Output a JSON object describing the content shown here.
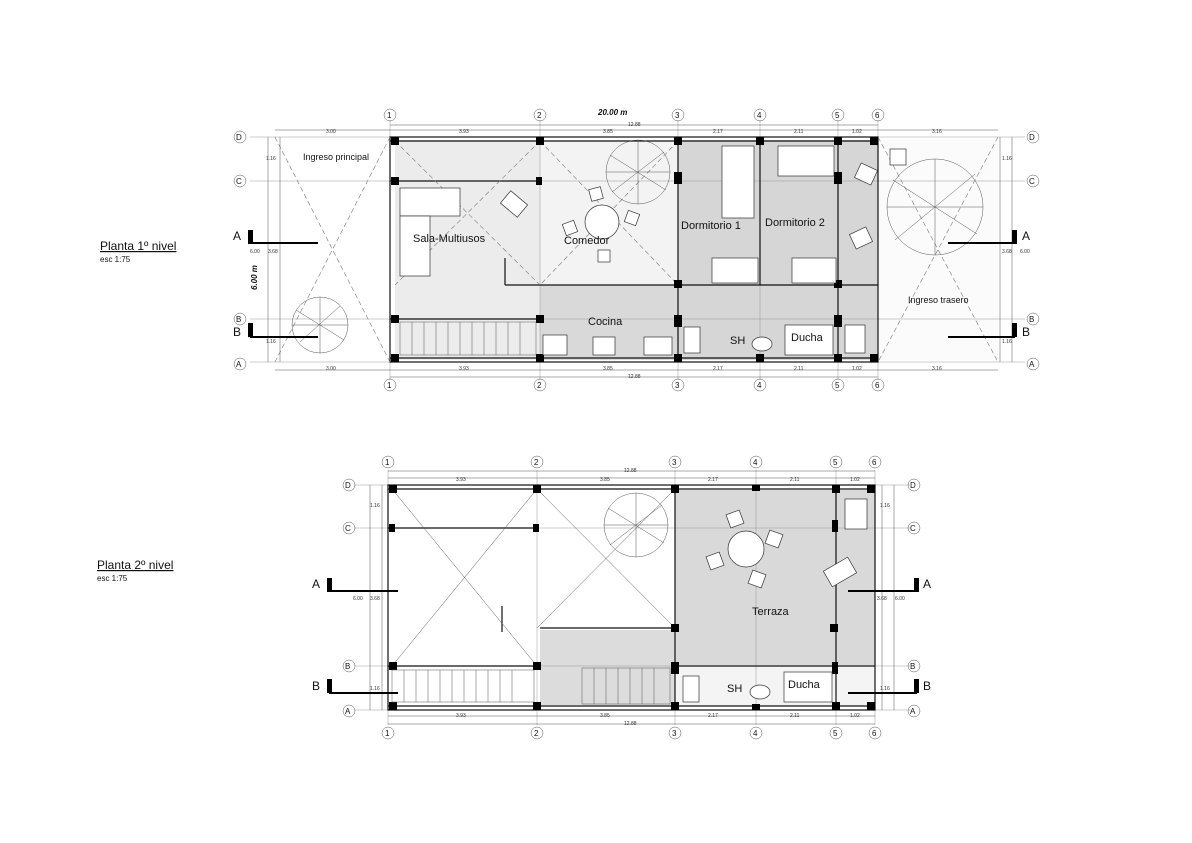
{
  "plans": [
    {
      "title": "Planta 1º nivel",
      "scale": "esc 1:75",
      "overall_length": "20.00 m",
      "overall_depth": "6.00 m",
      "rooms": {
        "ingreso_principal": "Ingreso principal",
        "sala": "Sala-Multiusos",
        "comedor": "Comedor",
        "dorm1": "Dormitorio 1",
        "dorm2": "Dormitorio 2",
        "cocina": "Cocina",
        "sh": "SH",
        "ducha": "Ducha",
        "ingreso_trasero": "Ingreso trasero"
      },
      "top_dims": [
        "3.00",
        "3.93",
        "3.85",
        "2.17",
        "2.11",
        "1.02",
        "3.16"
      ],
      "total_dim": "12.88",
      "side_dims": [
        "1.16",
        "3.68",
        "1.16"
      ],
      "side_total": "6.00"
    },
    {
      "title": "Planta 2º nivel",
      "scale": "esc 1:75",
      "rooms": {
        "terraza": "Terraza",
        "sh": "SH",
        "ducha": "Ducha"
      },
      "top_dims": [
        "3.93",
        "3.85",
        "2.17",
        "2.11",
        "1.02"
      ],
      "total_dim": "12.88",
      "side_dims": [
        "1.16",
        "3.68",
        "1.16"
      ],
      "side_total": "6.00"
    }
  ],
  "column_axes": [
    "1",
    "2",
    "3",
    "4",
    "5",
    "6"
  ],
  "row_axes": [
    "D",
    "C",
    "B",
    "A"
  ],
  "cut_marks": [
    "A",
    "B"
  ]
}
